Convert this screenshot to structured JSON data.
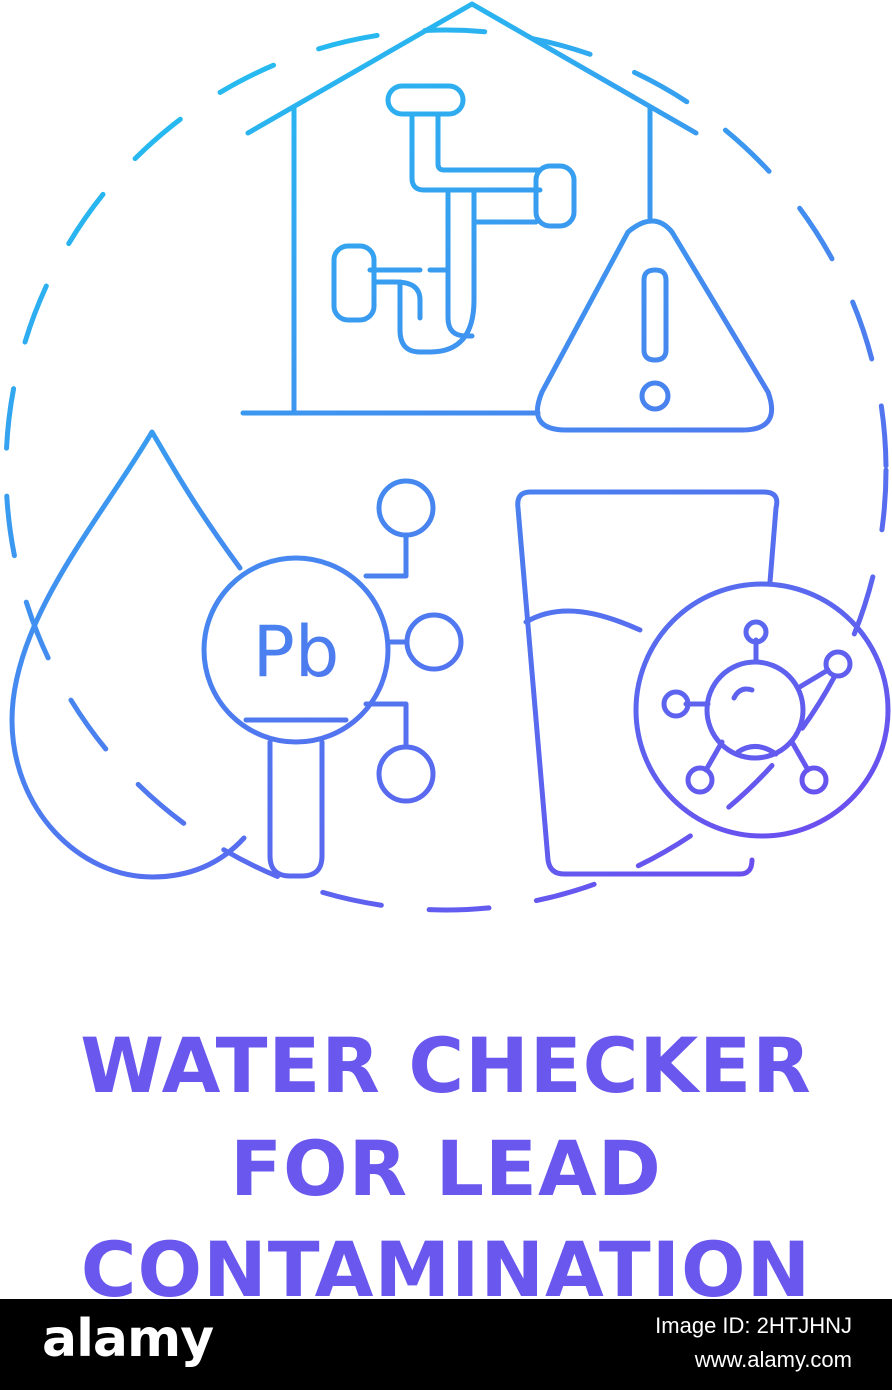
{
  "illustration": {
    "element_symbol": "Pb",
    "icons": [
      "house-icon",
      "pipes-icon",
      "warning-icon",
      "water-drop-icon",
      "magnifier-icon",
      "molecule-icon",
      "glass-icon",
      "bacteria-icon"
    ],
    "gradient_colors": {
      "start": "#1fc4f0",
      "end": "#6a4fef"
    }
  },
  "title": {
    "lines": [
      "WATER CHECKER",
      "FOR LEAD",
      "CONTAMINATION"
    ],
    "color": "#6a58ee"
  },
  "footer": {
    "logo": "alamy",
    "image_id": "Image ID: 2HTJHNJ",
    "site": "www.alamy.com",
    "background": "#000000"
  }
}
